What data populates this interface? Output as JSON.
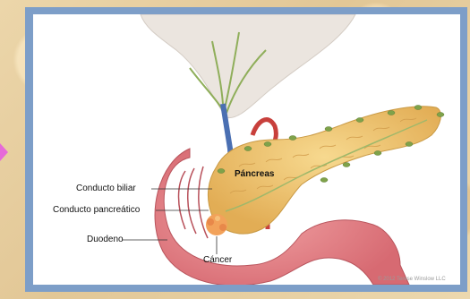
{
  "labels": {
    "pancreas": "Páncreas",
    "bile_duct": "Conducto biliar",
    "pancreatic_duct": "Conducto pancreático",
    "duodenum": "Duodeno",
    "cancer": "Cáncer"
  },
  "credit": "© 2012 Terese Winslow LLC",
  "colors": {
    "frame": "#7d9ec8",
    "pancreas": "#efc46e",
    "duodenum": "#e07f84",
    "liver": "#e8e2dc",
    "ducts": "#7fa24a",
    "vein": "#4a6fb2",
    "artery": "#c8403c",
    "tumor": "#f2a25a"
  },
  "icons": [
    "arrow-right-icon"
  ]
}
